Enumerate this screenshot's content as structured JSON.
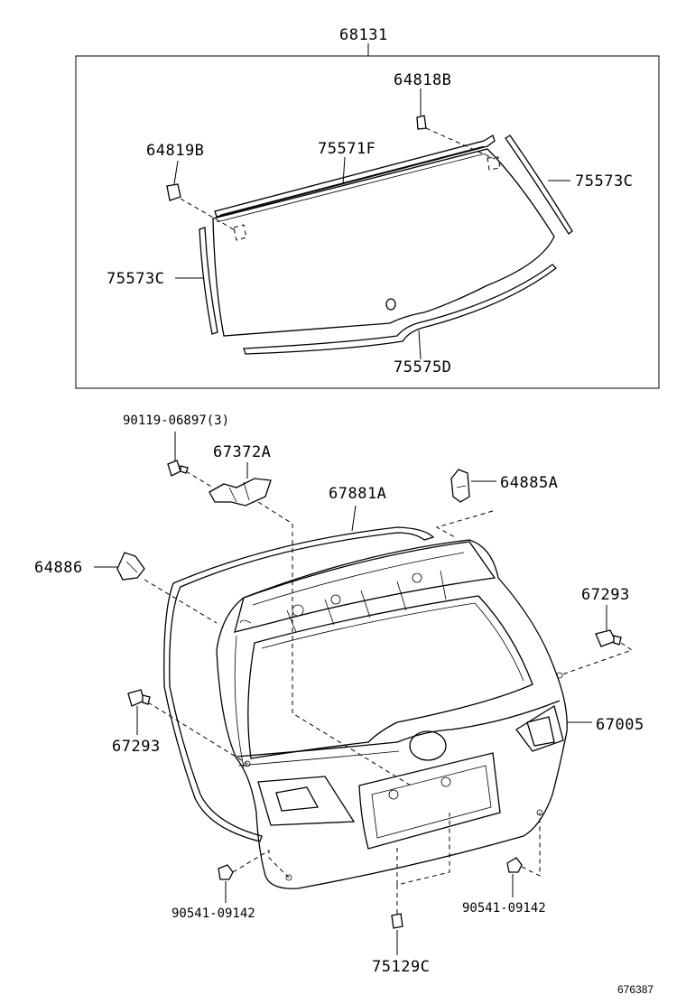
{
  "labels": {
    "glass_assy": "68131",
    "clip_64818b": "64818B",
    "clip_64819b": "64819B",
    "molding_75571f": "75571F",
    "molding_75573c_right": "75573C",
    "molding_75573c_left": "75573C",
    "molding_75575d": "75575D",
    "screw_90119": "90119-06897(3)",
    "stay_67372a": "67372A",
    "weatherstrip_67881a": "67881A",
    "bracket_64885a": "64885A",
    "bracket_64886": "64886",
    "cushion_67293_right": "67293",
    "cushion_67293_left": "67293",
    "door_67005": "67005",
    "clip_90541_left": "90541-09142",
    "clip_90541_right": "90541-09142",
    "plate_75129c": "75129C"
  },
  "reference_number": "676387"
}
